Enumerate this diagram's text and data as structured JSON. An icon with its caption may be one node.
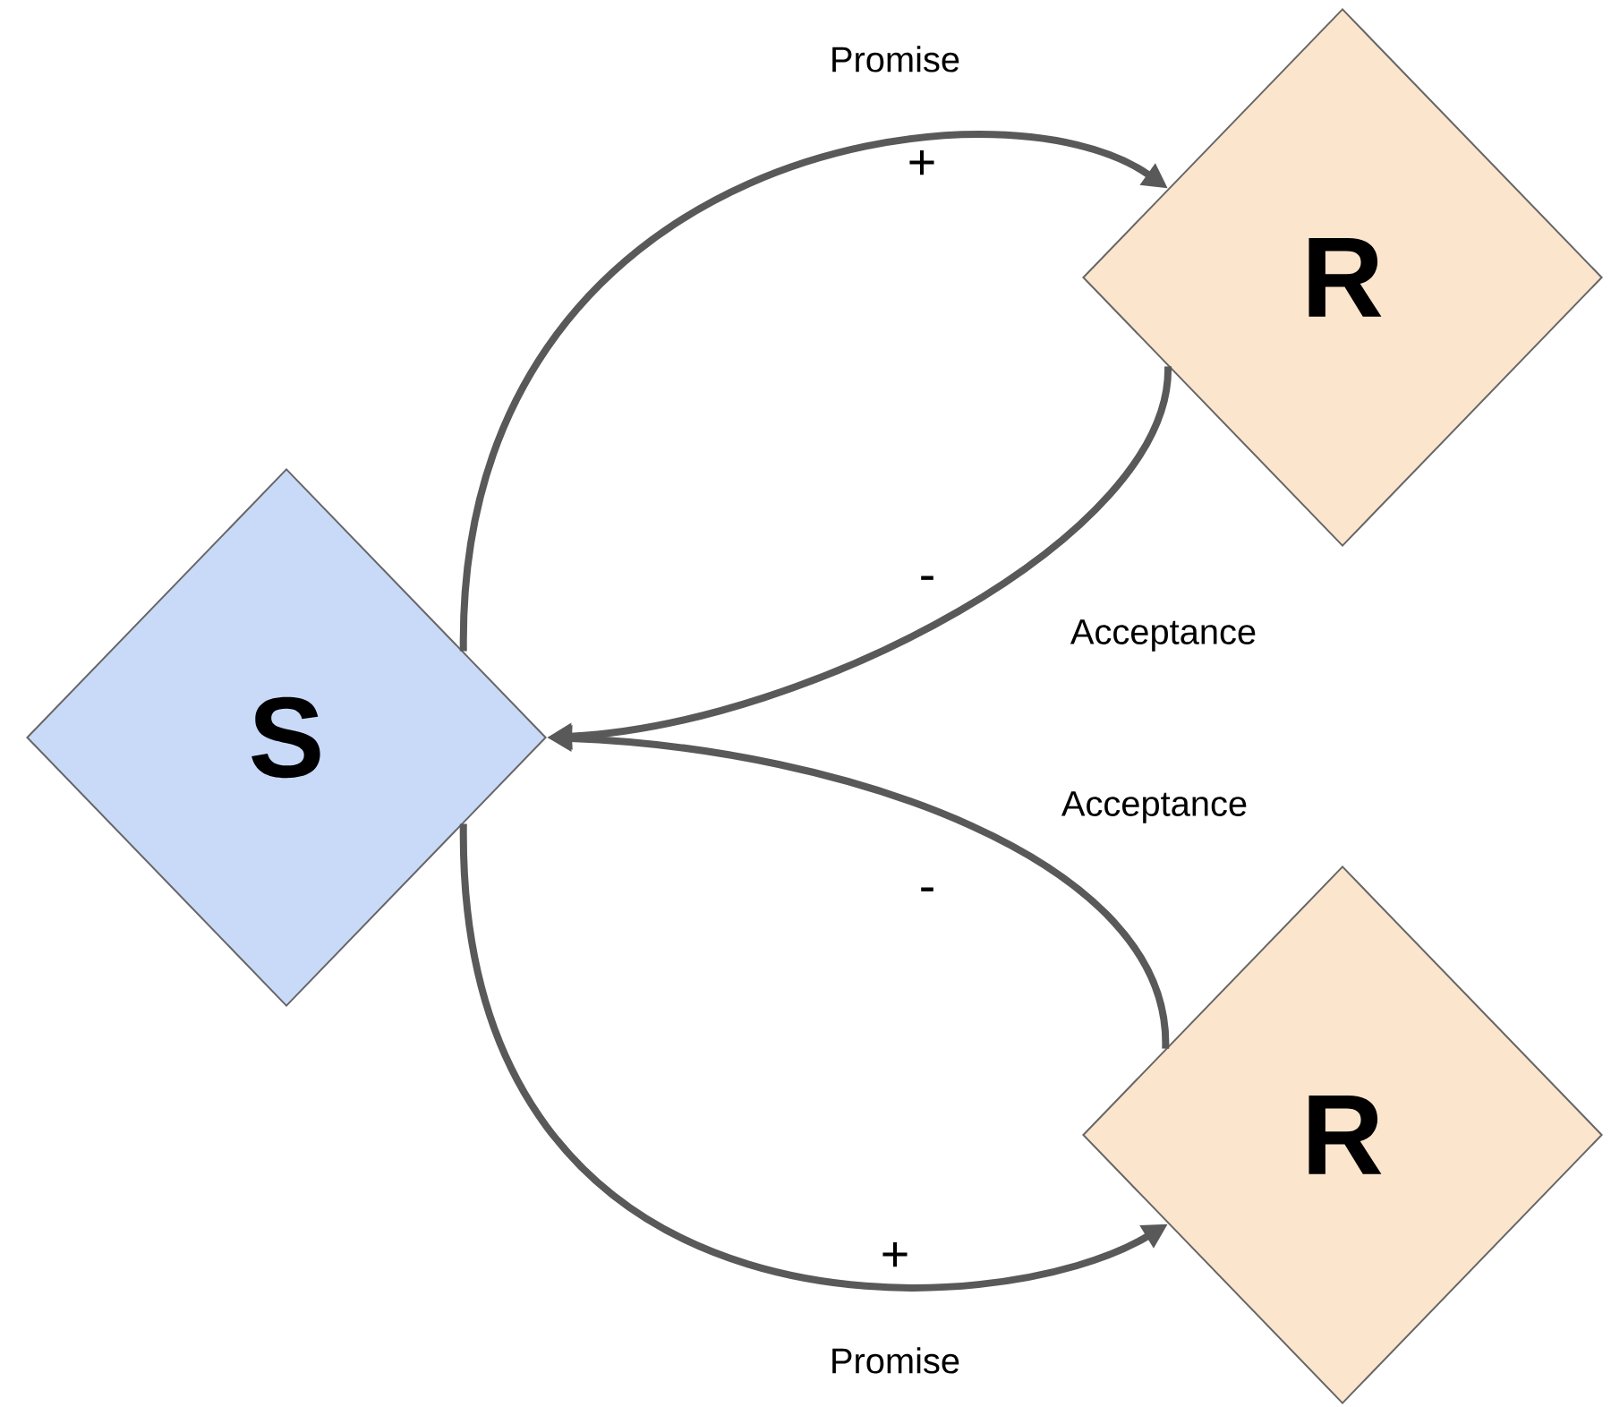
{
  "diagram": {
    "nodes": [
      {
        "text": [
          "S"
        ]
      },
      {
        "text": [
          "R"
        ]
      },
      {
        "text": [
          "R"
        ]
      }
    ],
    "edges": [
      {
        "from": 0,
        "to": 1,
        "arrow": "to",
        "label": "Promise"
      },
      {
        "from": 1,
        "to": 0,
        "arrow": "to",
        "label": "Acceptance"
      },
      {
        "from": 2,
        "to": 0,
        "arrow": "to",
        "label": "Acceptance"
      },
      {
        "from": 0,
        "to": 2,
        "arrow": "to",
        "label": "Promise"
      }
    ],
    "labels": [
      "+",
      "-",
      "-",
      "+"
    ]
  }
}
